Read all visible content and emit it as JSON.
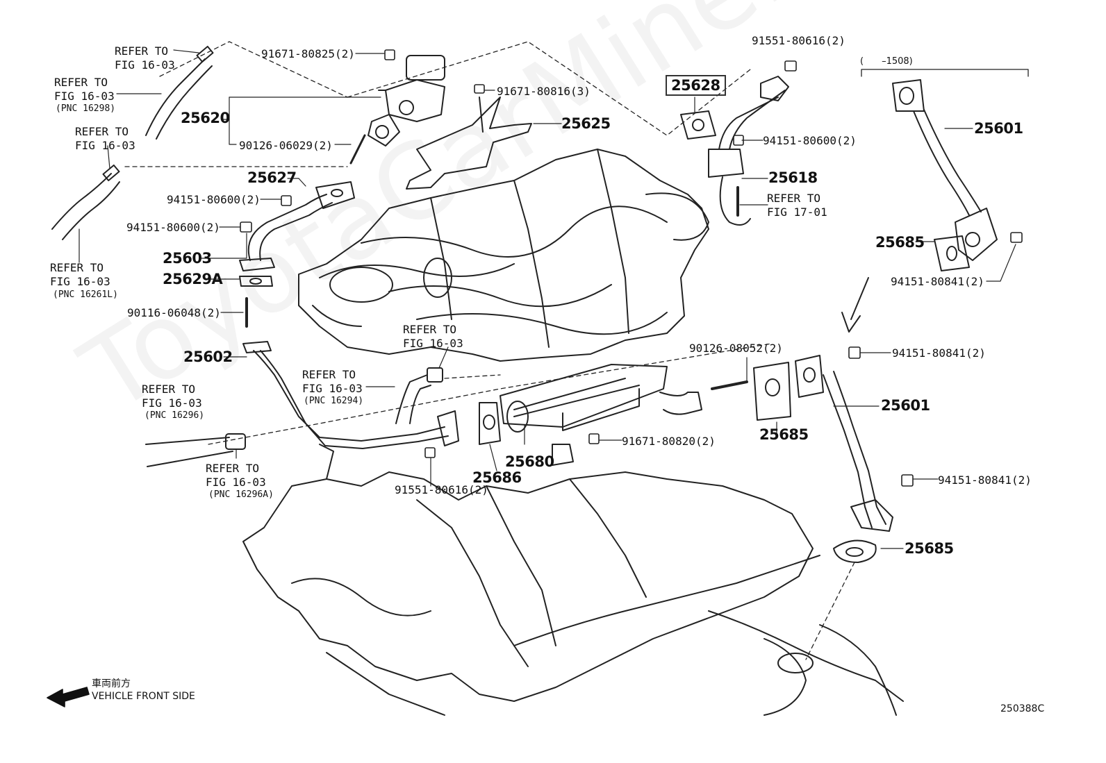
{
  "diagram_id": "250388C",
  "watermark": "ToyotaCarMine.ru",
  "front": {
    "jp": "車両前方",
    "en": "VEHICLE FRONT SIDE"
  },
  "range": "(　　–1508)",
  "parts": {
    "p25620": "25620",
    "p25627": "25627",
    "p25603": "25603",
    "p25629a": "25629A",
    "p25602": "25602",
    "p25625": "25625",
    "p25628": "25628",
    "p25618": "25618",
    "p25601a": "25601",
    "p25685a": "25685",
    "p25601b": "25601",
    "p25685b": "25685",
    "p25685c": "25685",
    "p25680": "25680",
    "p25686": "25686"
  },
  "hardware": {
    "h91671_80825": "91671-80825(2)",
    "h91671_80816": "91671-80816(3)",
    "h90126_06029": "90126-06029(2)",
    "h94151_80600a": "94151-80600(2)",
    "h94151_80600b": "94151-80600(2)",
    "h90116_06048": "90116-06048(2)",
    "h91551_80616a": "91551-80616(2)",
    "h94151_80600c": "94151-80600(2)",
    "h94151_80841a": "94151-80841(2)",
    "h90126_08052": "90126-08052(2)",
    "h94151_80841b": "94151-80841(2)",
    "h91671_80820": "91671-80820(2)",
    "h94151_80841c": "94151-80841(2)",
    "h91551_80616b": "91551-80616(2)"
  },
  "refs": {
    "r1": "REFER TO\nFIG 16-03",
    "r2": "REFER TO\nFIG 16-03",
    "r2pnc": "(PNC 16298)",
    "r3": "REFER TO\nFIG 16-03",
    "r4": "REFER TO\nFIG 16-03",
    "r4pnc": "(PNC 16261L)",
    "r5": "REFER TO\nFIG 17-01",
    "r6": "REFER TO\nFIG 16-03",
    "r7": "REFER TO\nFIG 16-03",
    "r7pnc": "(PNC 16294)",
    "r8": "REFER TO\nFIG 16-03",
    "r8pnc": "(PNC 16296)",
    "r9": "REFER TO\nFIG 16-03",
    "r9pnc": "(PNC 16296A)"
  }
}
